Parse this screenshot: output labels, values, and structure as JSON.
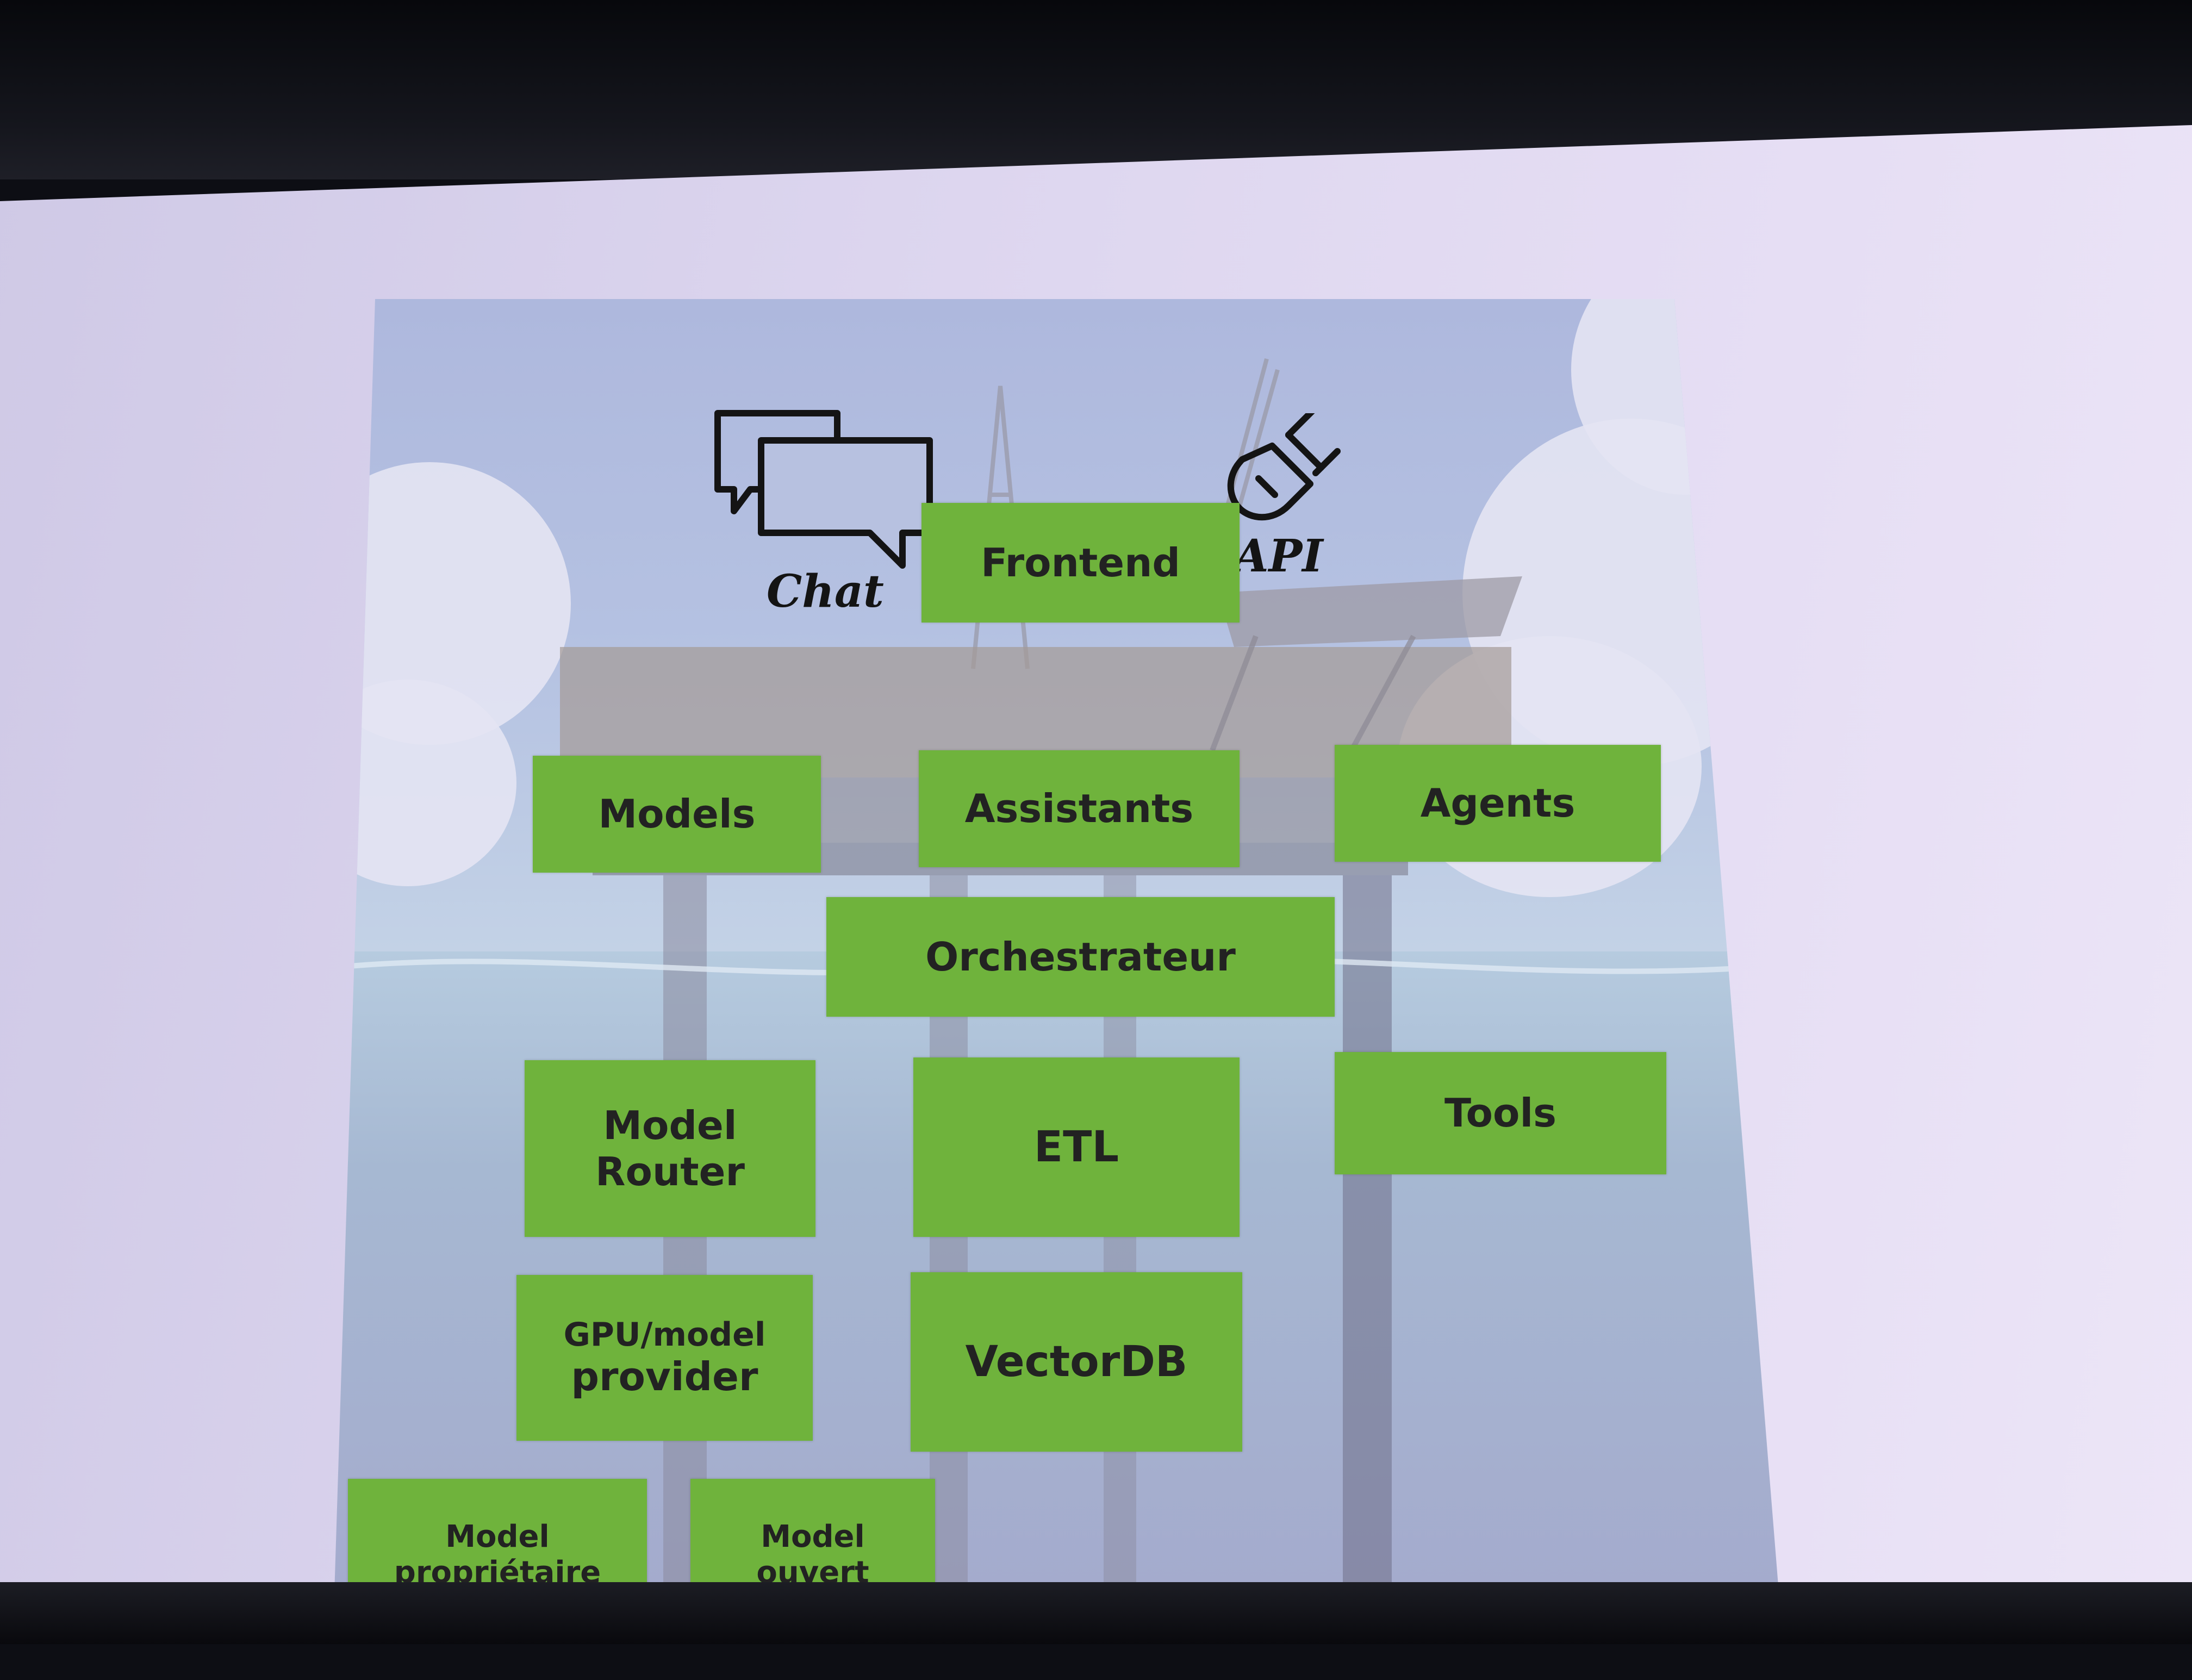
{
  "diagram": {
    "icons": [
      {
        "name": "chat-icon",
        "label": "Chat"
      },
      {
        "name": "plug-icon",
        "label": "API"
      }
    ],
    "boxes": {
      "frontend": "Frontend",
      "models": "Models",
      "assistants": "Assistants",
      "agents": "Agents",
      "orchestrateur": "Orchestrateur",
      "model_router": [
        "Model",
        "Router"
      ],
      "etl": "ETL",
      "tools": "Tools",
      "gpu_provider": [
        "GPU/model",
        "provider"
      ],
      "vectordb": "VectorDB",
      "model_proprietaire": [
        "Model",
        "propriétaire"
      ],
      "model_ouvert": [
        "Model",
        "ouvert"
      ]
    },
    "colors": {
      "box_fill": "#6fb33c",
      "box_text": "#222222"
    }
  }
}
